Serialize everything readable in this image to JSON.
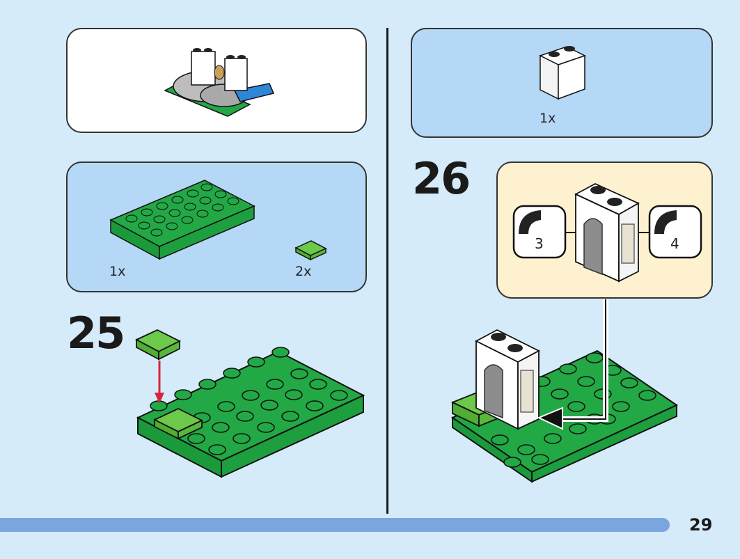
{
  "steps": {
    "step25": "25",
    "step26": "26"
  },
  "parts_left": {
    "plate_qty": "1x",
    "tile_qty": "2x"
  },
  "parts_right": {
    "brick_qty": "1x"
  },
  "callout": {
    "left_page": "3",
    "right_page": "4"
  },
  "page_number": "29",
  "colors": {
    "background": "#d6ebfa",
    "parts_box": "#b5d8f6",
    "callout_box": "#fdf1cf",
    "green": "#22a845",
    "light_green": "#6cc94a",
    "progress_bar": "#7aa6dd",
    "arrow_red": "#d9233a"
  }
}
